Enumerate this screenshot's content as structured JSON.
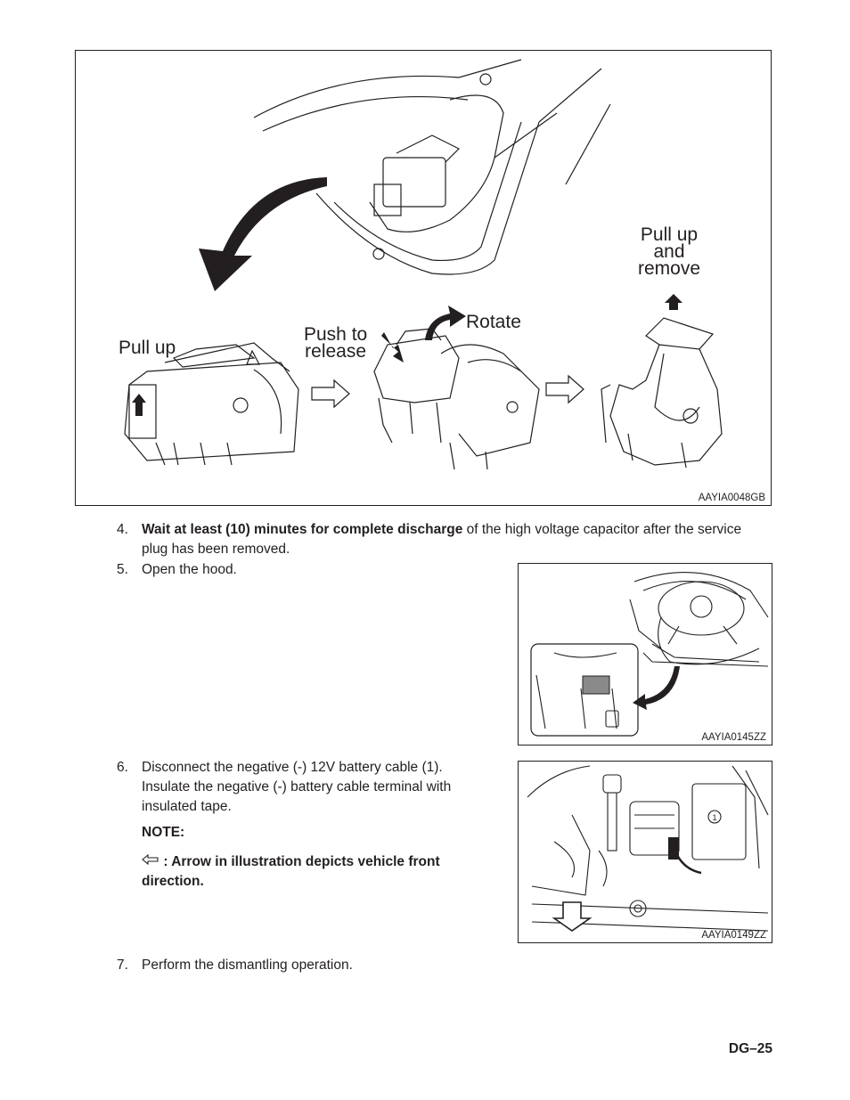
{
  "figure_main": {
    "callouts": {
      "pull_up": "Pull up",
      "push_to_release": "Push to\nrelease",
      "rotate": "Rotate",
      "pull_up_and_remove": "Pull up\nand\nremove"
    },
    "code": "AAYIA0048GB"
  },
  "steps": [
    {
      "number": "4.",
      "bold_text": "Wait at least (10) minutes for complete discharge",
      "text": " of the high voltage capacitor after the service plug has been removed."
    },
    {
      "number": "5.",
      "text": "Open the hood."
    },
    {
      "number": "6.",
      "text": "Disconnect the negative (-) 12V battery cable (1). Insulate the negative (-) battery cable terminal with insulated tape."
    },
    {
      "number": "7.",
      "text": "Perform the dismantling operation."
    }
  ],
  "note": {
    "label": "NOTE:",
    "text": ": Arrow in illustration depicts vehicle front direction."
  },
  "figure_hood": {
    "code": "AAYIA0145ZZ"
  },
  "figure_battery": {
    "code": "AAYIA0149ZZ",
    "callout_1": "1"
  },
  "page_number": "DG–25"
}
